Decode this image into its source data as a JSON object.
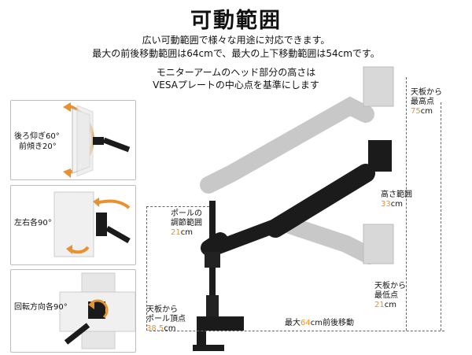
{
  "header": {
    "title": "可動範囲",
    "line1": "広い可動範囲で様々な用途に対応できます。",
    "line2": "最大の前後移動範囲は64cmで、最大の上下移動範囲は54cmです。",
    "line3": "モニターアームのヘッド部分の高さは",
    "line4": "VESAプレートの中心点を基準にします"
  },
  "panels": [
    {
      "label1": "後ろ仰ぎ60°",
      "label2": "前傾き20°"
    },
    {
      "label1": "左右各90°"
    },
    {
      "label1": "回転方向各90°"
    }
  ],
  "annotations": {
    "top": {
      "line1": "天板から",
      "line2": "最高点",
      "value": "75",
      "unit": "cm"
    },
    "height_range": {
      "line1": "高さ範囲",
      "value": "33",
      "unit": "cm"
    },
    "low": {
      "line1": "天板から",
      "line2": "最低点",
      "value": "21",
      "unit": "cm"
    },
    "pole_adjust": {
      "line1": "ポールの",
      "line2": "調節範囲",
      "value": "21",
      "unit": "cm"
    },
    "pole_top": {
      "line1": "天板から",
      "line2": "ポール頂点",
      "value": "38.5",
      "unit": "cm"
    },
    "reach": {
      "prefix": "最大",
      "value": "64",
      "unit": "cm",
      "suffix": "前後移動"
    }
  },
  "colors": {
    "accent": "#e8912d",
    "arm": "#1b1b1b",
    "ghost": "#c8c8c8"
  }
}
